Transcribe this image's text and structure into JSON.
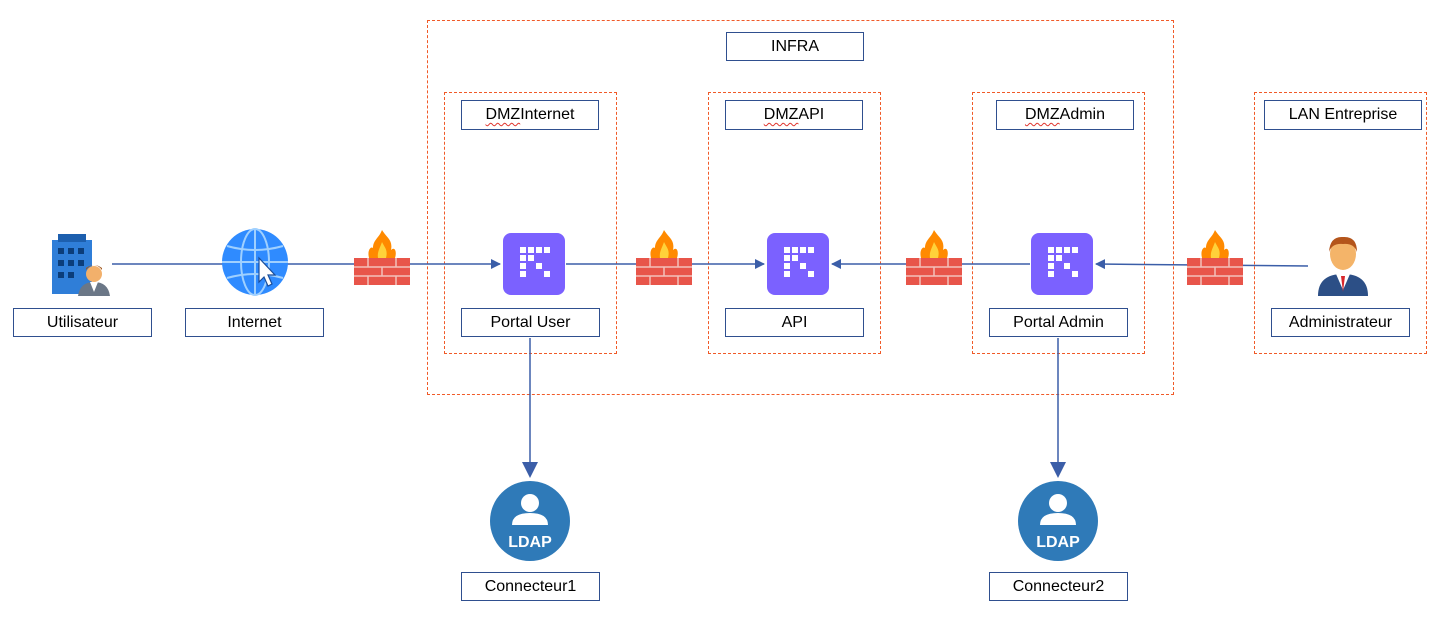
{
  "zones": {
    "infra": "INFRA",
    "dmz_internet": {
      "prefix": "DMZ",
      "suffix": " Internet"
    },
    "dmz_api": {
      "prefix": "DMZ",
      "suffix": " API"
    },
    "dmz_admin": {
      "prefix": "DMZ",
      "suffix": " Admin"
    },
    "lan": "LAN Entreprise"
  },
  "nodes": {
    "utilisateur": "Utilisateur",
    "internet": "Internet",
    "portal_user": "Portal User",
    "api": "API",
    "portal_admin": "Portal Admin",
    "administrateur": "Administrateur",
    "connecteur1": "Connecteur1",
    "connecteur2": "Connecteur2",
    "ldap_text": "LDAP"
  },
  "icons": {
    "user": "building-user-icon",
    "internet": "globe-cursor-icon",
    "firewall": "firewall-icon",
    "portal": "portal-app-icon",
    "admin": "person-icon",
    "ldap": "ldap-icon"
  },
  "colors": {
    "zone_border": "#f05a28",
    "label_border": "#2f4f8f",
    "arrow": "#3b5ea8",
    "portal_bg": "#7b61ff",
    "ldap_bg": "#2f7ab8"
  }
}
